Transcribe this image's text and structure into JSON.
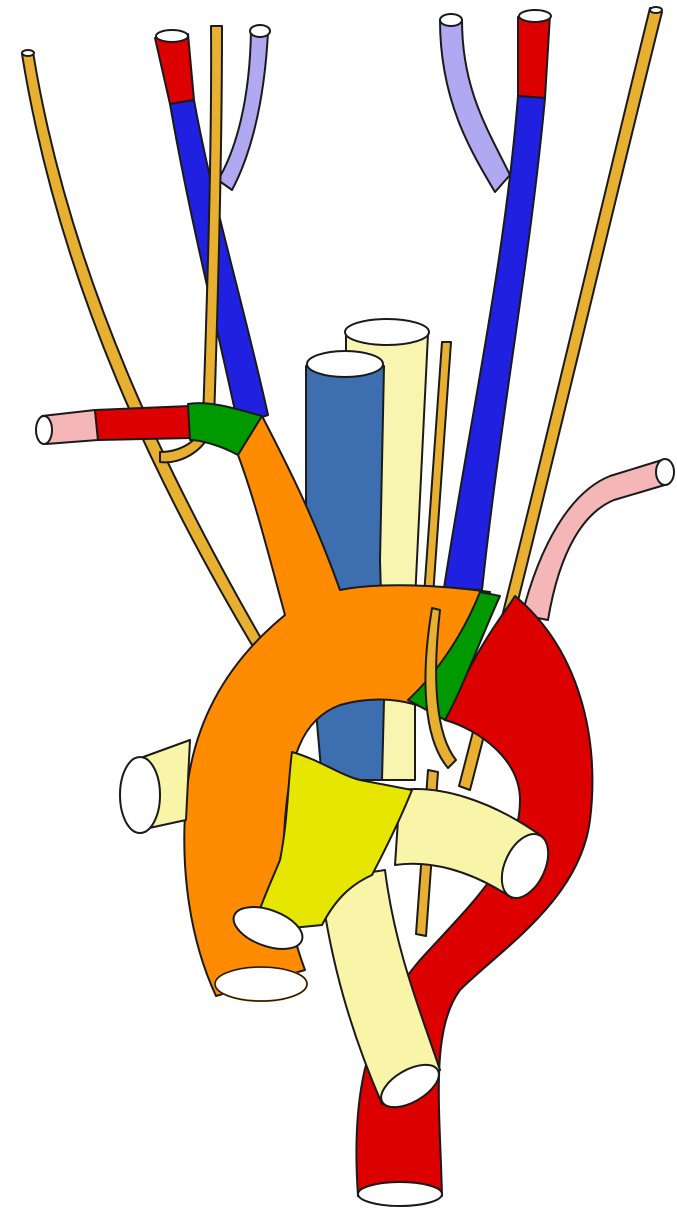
{
  "colors": {
    "background": "#ffffff",
    "outline": "#1a1a1a",
    "aorta_embryonic": "#ff8c00",
    "aorta_descending": "#dc0000",
    "subclavian_proximal": "#009a00",
    "subclavian_distal": "#f4b6b6",
    "carotid_internal": "#2020e0",
    "carotid_external": "#b0a8f0",
    "carotid_tip": "#dc0000",
    "nerve": "#e8b030",
    "pulmonary_trunk": "#e6e600",
    "pulmonary_branch": "#f8f5a8",
    "vena_cava": "#3d6fb0",
    "trachea": "#f8f5b0"
  },
  "structures": [
    {
      "key": "descending-aorta",
      "color_key": "aorta_descending"
    },
    {
      "key": "aortic-arch",
      "color_key": "aorta_embryonic"
    },
    {
      "key": "brachiocephalic-trunk",
      "color_key": "aorta_embryonic"
    },
    {
      "key": "right-subclavian-artery",
      "color_key": "subclavian_distal"
    },
    {
      "key": "left-subclavian-artery",
      "color_key": "subclavian_distal"
    },
    {
      "key": "right-common-carotid-artery",
      "color_key": "carotid_internal"
    },
    {
      "key": "left-common-carotid-artery",
      "color_key": "carotid_internal"
    },
    {
      "key": "right-external-carotid-artery",
      "color_key": "carotid_external"
    },
    {
      "key": "left-external-carotid-artery",
      "color_key": "carotid_external"
    },
    {
      "key": "vagus-nerves",
      "color_key": "nerve"
    },
    {
      "key": "recurrent-laryngeal-nerves",
      "color_key": "nerve"
    },
    {
      "key": "pulmonary-trunk",
      "color_key": "pulmonary_trunk"
    },
    {
      "key": "pulmonary-arteries",
      "color_key": "pulmonary_branch"
    },
    {
      "key": "superior-vena-cava",
      "color_key": "vena_cava"
    },
    {
      "key": "trachea",
      "color_key": "trachea"
    }
  ]
}
